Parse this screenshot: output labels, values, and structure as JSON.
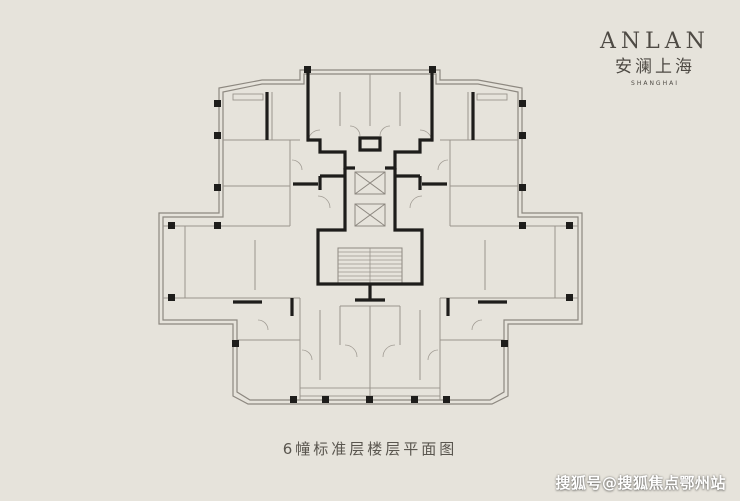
{
  "brand": {
    "name_en": "ANLAN",
    "name_cn": "安澜上海",
    "subtitle": "SHANGHAI"
  },
  "caption": "6幢标准层楼层平面图",
  "watermark": "搜狐号@搜狐焦点鄂州站",
  "colors": {
    "background": "#e6e3db",
    "line": "#8d8880",
    "wall": "#1e1d1b",
    "text": "#5a564f"
  }
}
